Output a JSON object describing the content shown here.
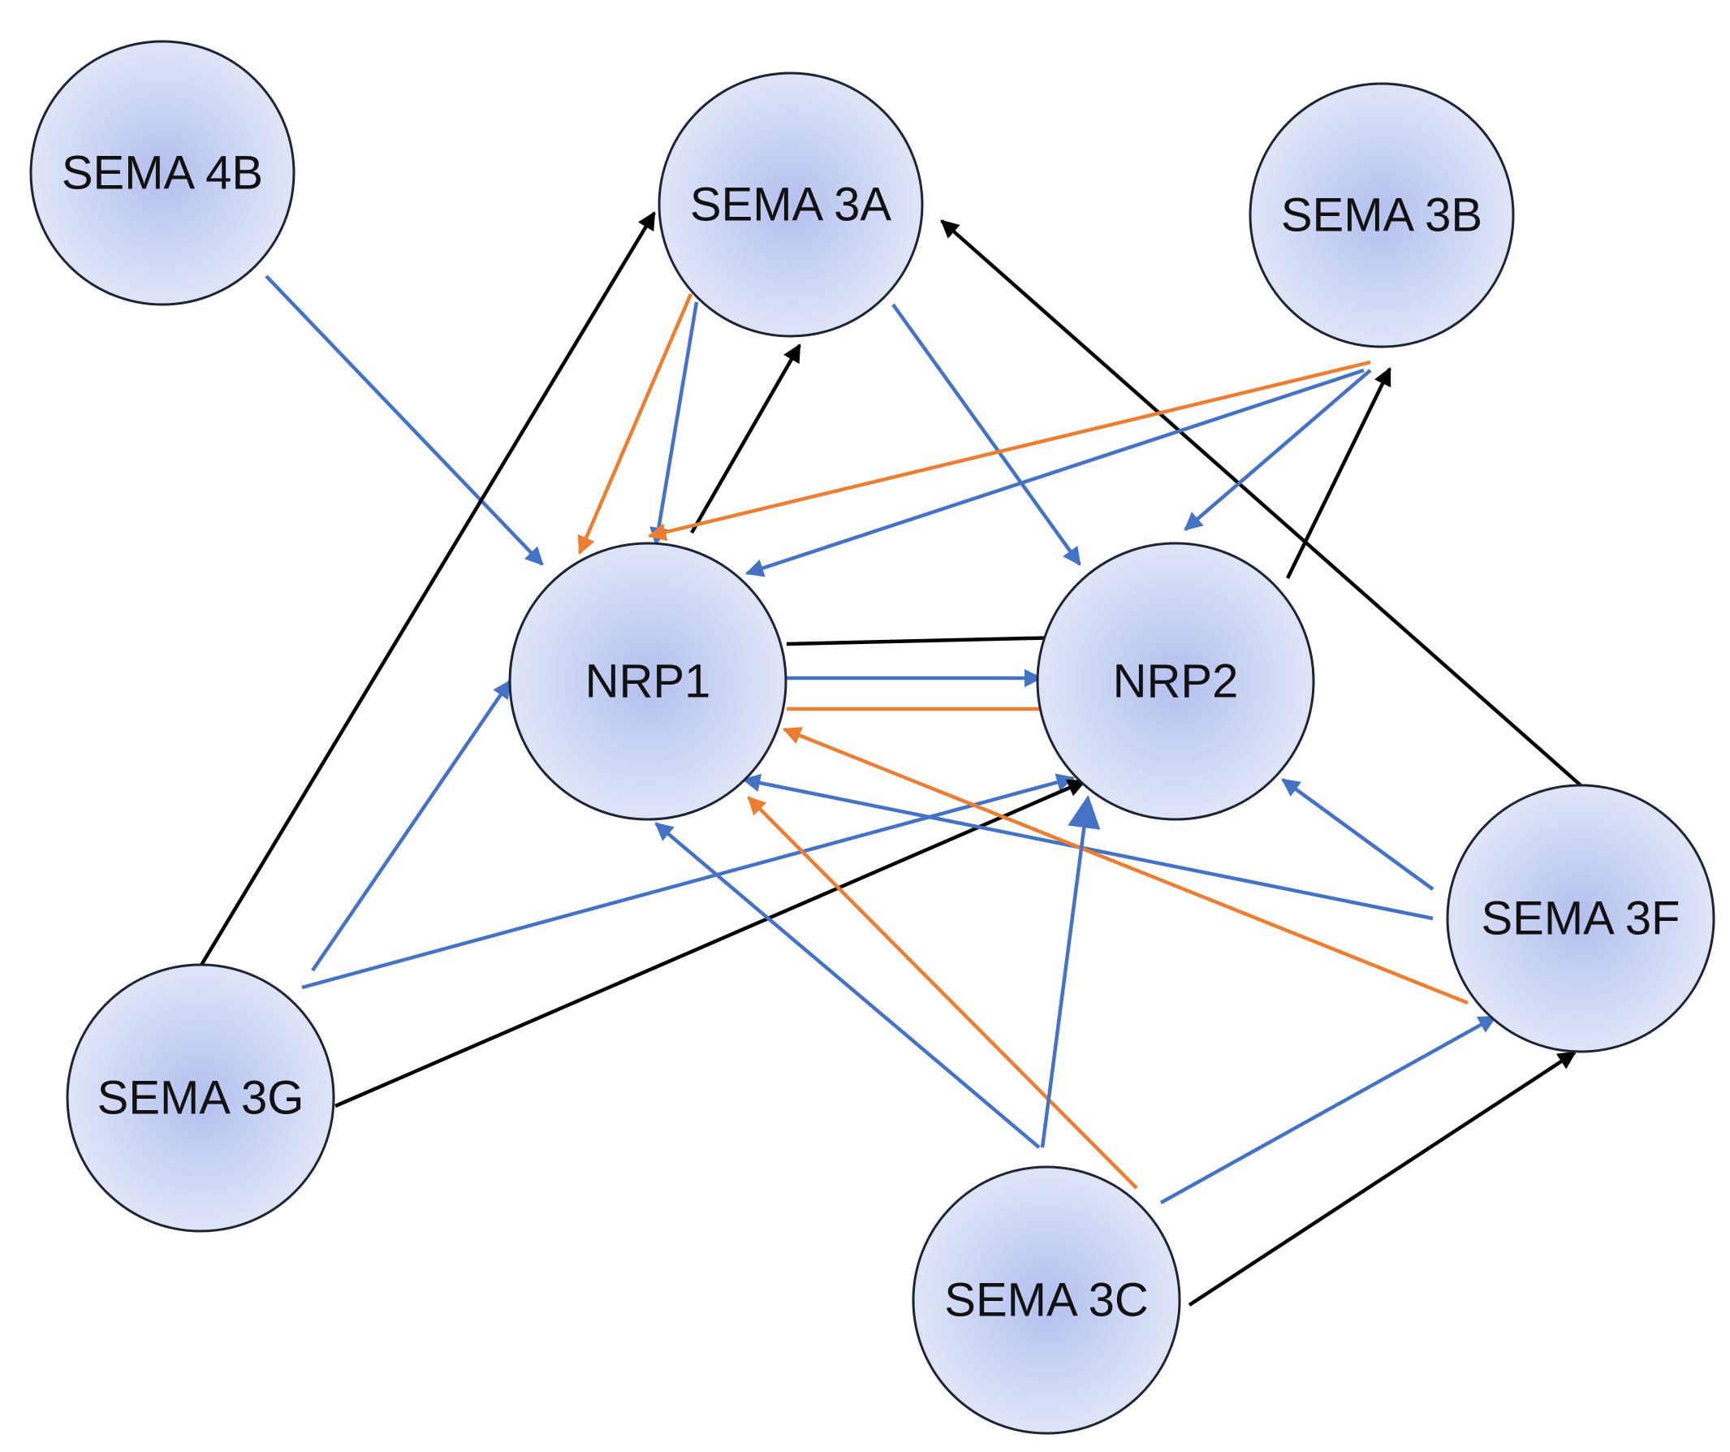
{
  "colors": {
    "blue": "#4472C4",
    "orange": "#ED7D31",
    "black": "#000000",
    "node_center": "#b3c0ee",
    "node_edge": "#dfe5f8"
  },
  "nodes": [
    {
      "id": "sema4b",
      "label": "SEMA 4B"
    },
    {
      "id": "sema3a",
      "label": "SEMA 3A"
    },
    {
      "id": "sema3b",
      "label": "SEMA 3B"
    },
    {
      "id": "nrp1",
      "label": "NRP1"
    },
    {
      "id": "nrp2",
      "label": "NRP2"
    },
    {
      "id": "sema3f",
      "label": "SEMA 3F"
    },
    {
      "id": "sema3g",
      "label": "SEMA 3G"
    },
    {
      "id": "sema3c",
      "label": "SEMA 3C"
    }
  ],
  "edges": [
    {
      "from": "sema4b",
      "to": "nrp1",
      "color": "blue"
    },
    {
      "from": "sema3a",
      "to": "nrp1",
      "color": "orange"
    },
    {
      "from": "sema3a",
      "to": "nrp1",
      "color": "blue"
    },
    {
      "from": "nrp1",
      "to": "sema3a",
      "color": "black"
    },
    {
      "from": "sema3a",
      "to": "nrp2",
      "color": "blue"
    },
    {
      "from": "sema3g",
      "to": "sema3a",
      "color": "black"
    },
    {
      "from": "sema3f",
      "to": "sema3a",
      "color": "black"
    },
    {
      "from": "sema3b",
      "to": "nrp1",
      "color": "orange"
    },
    {
      "from": "sema3b",
      "to": "nrp1",
      "color": "blue"
    },
    {
      "from": "sema3b",
      "to": "nrp2",
      "color": "blue"
    },
    {
      "from": "nrp2",
      "to": "sema3b",
      "color": "black"
    },
    {
      "from": "nrp1",
      "to": "nrp2",
      "color": "black"
    },
    {
      "from": "nrp1",
      "to": "nrp2",
      "color": "blue"
    },
    {
      "from": "nrp1",
      "to": "nrp2",
      "color": "orange"
    },
    {
      "from": "sema3g",
      "to": "nrp1",
      "color": "blue"
    },
    {
      "from": "sema3g",
      "to": "nrp2",
      "color": "blue"
    },
    {
      "from": "sema3g",
      "to": "nrp2",
      "color": "black"
    },
    {
      "from": "sema3f",
      "to": "nrp1",
      "color": "blue"
    },
    {
      "from": "sema3f",
      "to": "nrp1",
      "color": "orange"
    },
    {
      "from": "sema3f",
      "to": "nrp2",
      "color": "blue"
    },
    {
      "from": "sema3c",
      "to": "nrp1",
      "color": "blue"
    },
    {
      "from": "sema3c",
      "to": "nrp1",
      "color": "orange"
    },
    {
      "from": "sema3c",
      "to": "nrp2",
      "color": "blue",
      "thin": true
    },
    {
      "from": "sema3c",
      "to": "sema3f",
      "color": "blue"
    },
    {
      "from": "sema3c",
      "to": "sema3f",
      "color": "black"
    }
  ]
}
